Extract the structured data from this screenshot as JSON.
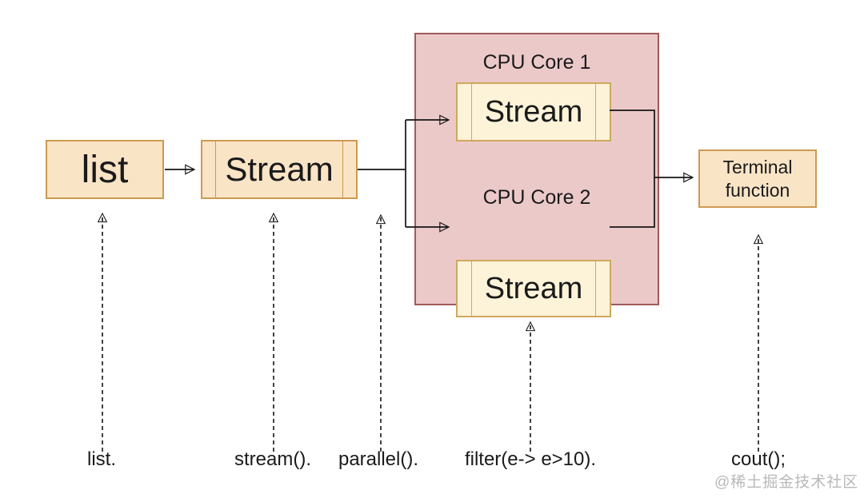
{
  "colors": {
    "background": "#ffffff",
    "peach_fill": "#f9e4c6",
    "peach_stroke": "#cc9a52",
    "cream_fill": "#fdf3d9",
    "cream_stroke": "#d0a85c",
    "pink_fill": "#ecc9c9",
    "pink_stroke": "#a05a5c",
    "line": "#141414",
    "text": "#1a1a1a",
    "watermark": "#b8b8b8"
  },
  "nodes": {
    "list": {
      "label": "list"
    },
    "stream": {
      "label": "Stream"
    },
    "cpu_core_1": {
      "title": "CPU Core 1",
      "stream_label": "Stream"
    },
    "cpu_core_2": {
      "title": "CPU Core 2",
      "stream_label": "Stream"
    },
    "terminal": {
      "lines": [
        "Terminal",
        "function"
      ]
    }
  },
  "code_labels": {
    "list": "list.",
    "stream": "stream().",
    "parallel": "parallel().",
    "filter": "filter(e-> e>10).",
    "cout": "cout();"
  },
  "watermark": "@稀土掘金技术社区"
}
